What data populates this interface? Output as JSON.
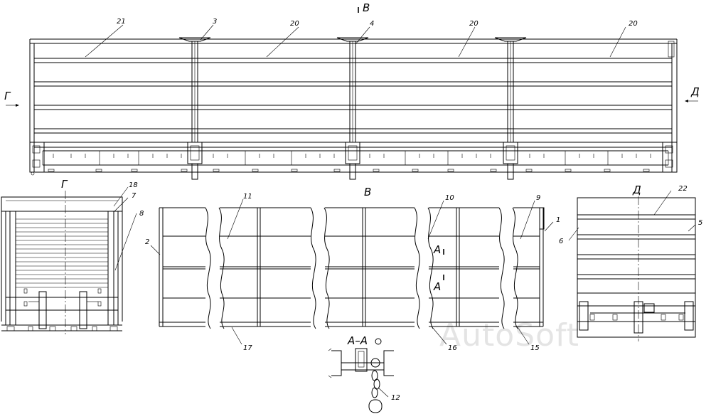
{
  "views": {
    "side": "В",
    "front": "Г",
    "rear": "Д",
    "top": "В",
    "section": "А–А",
    "section_a_upper": "А",
    "section_a_lower": "А"
  },
  "callouts": [
    "21",
    "3",
    "20",
    "4",
    "20",
    "20",
    "18",
    "7",
    "8",
    "11",
    "10",
    "9",
    "1",
    "2",
    "22",
    "5",
    "6",
    "17",
    "16",
    "15",
    "12"
  ],
  "watermark": "AutoSoft"
}
